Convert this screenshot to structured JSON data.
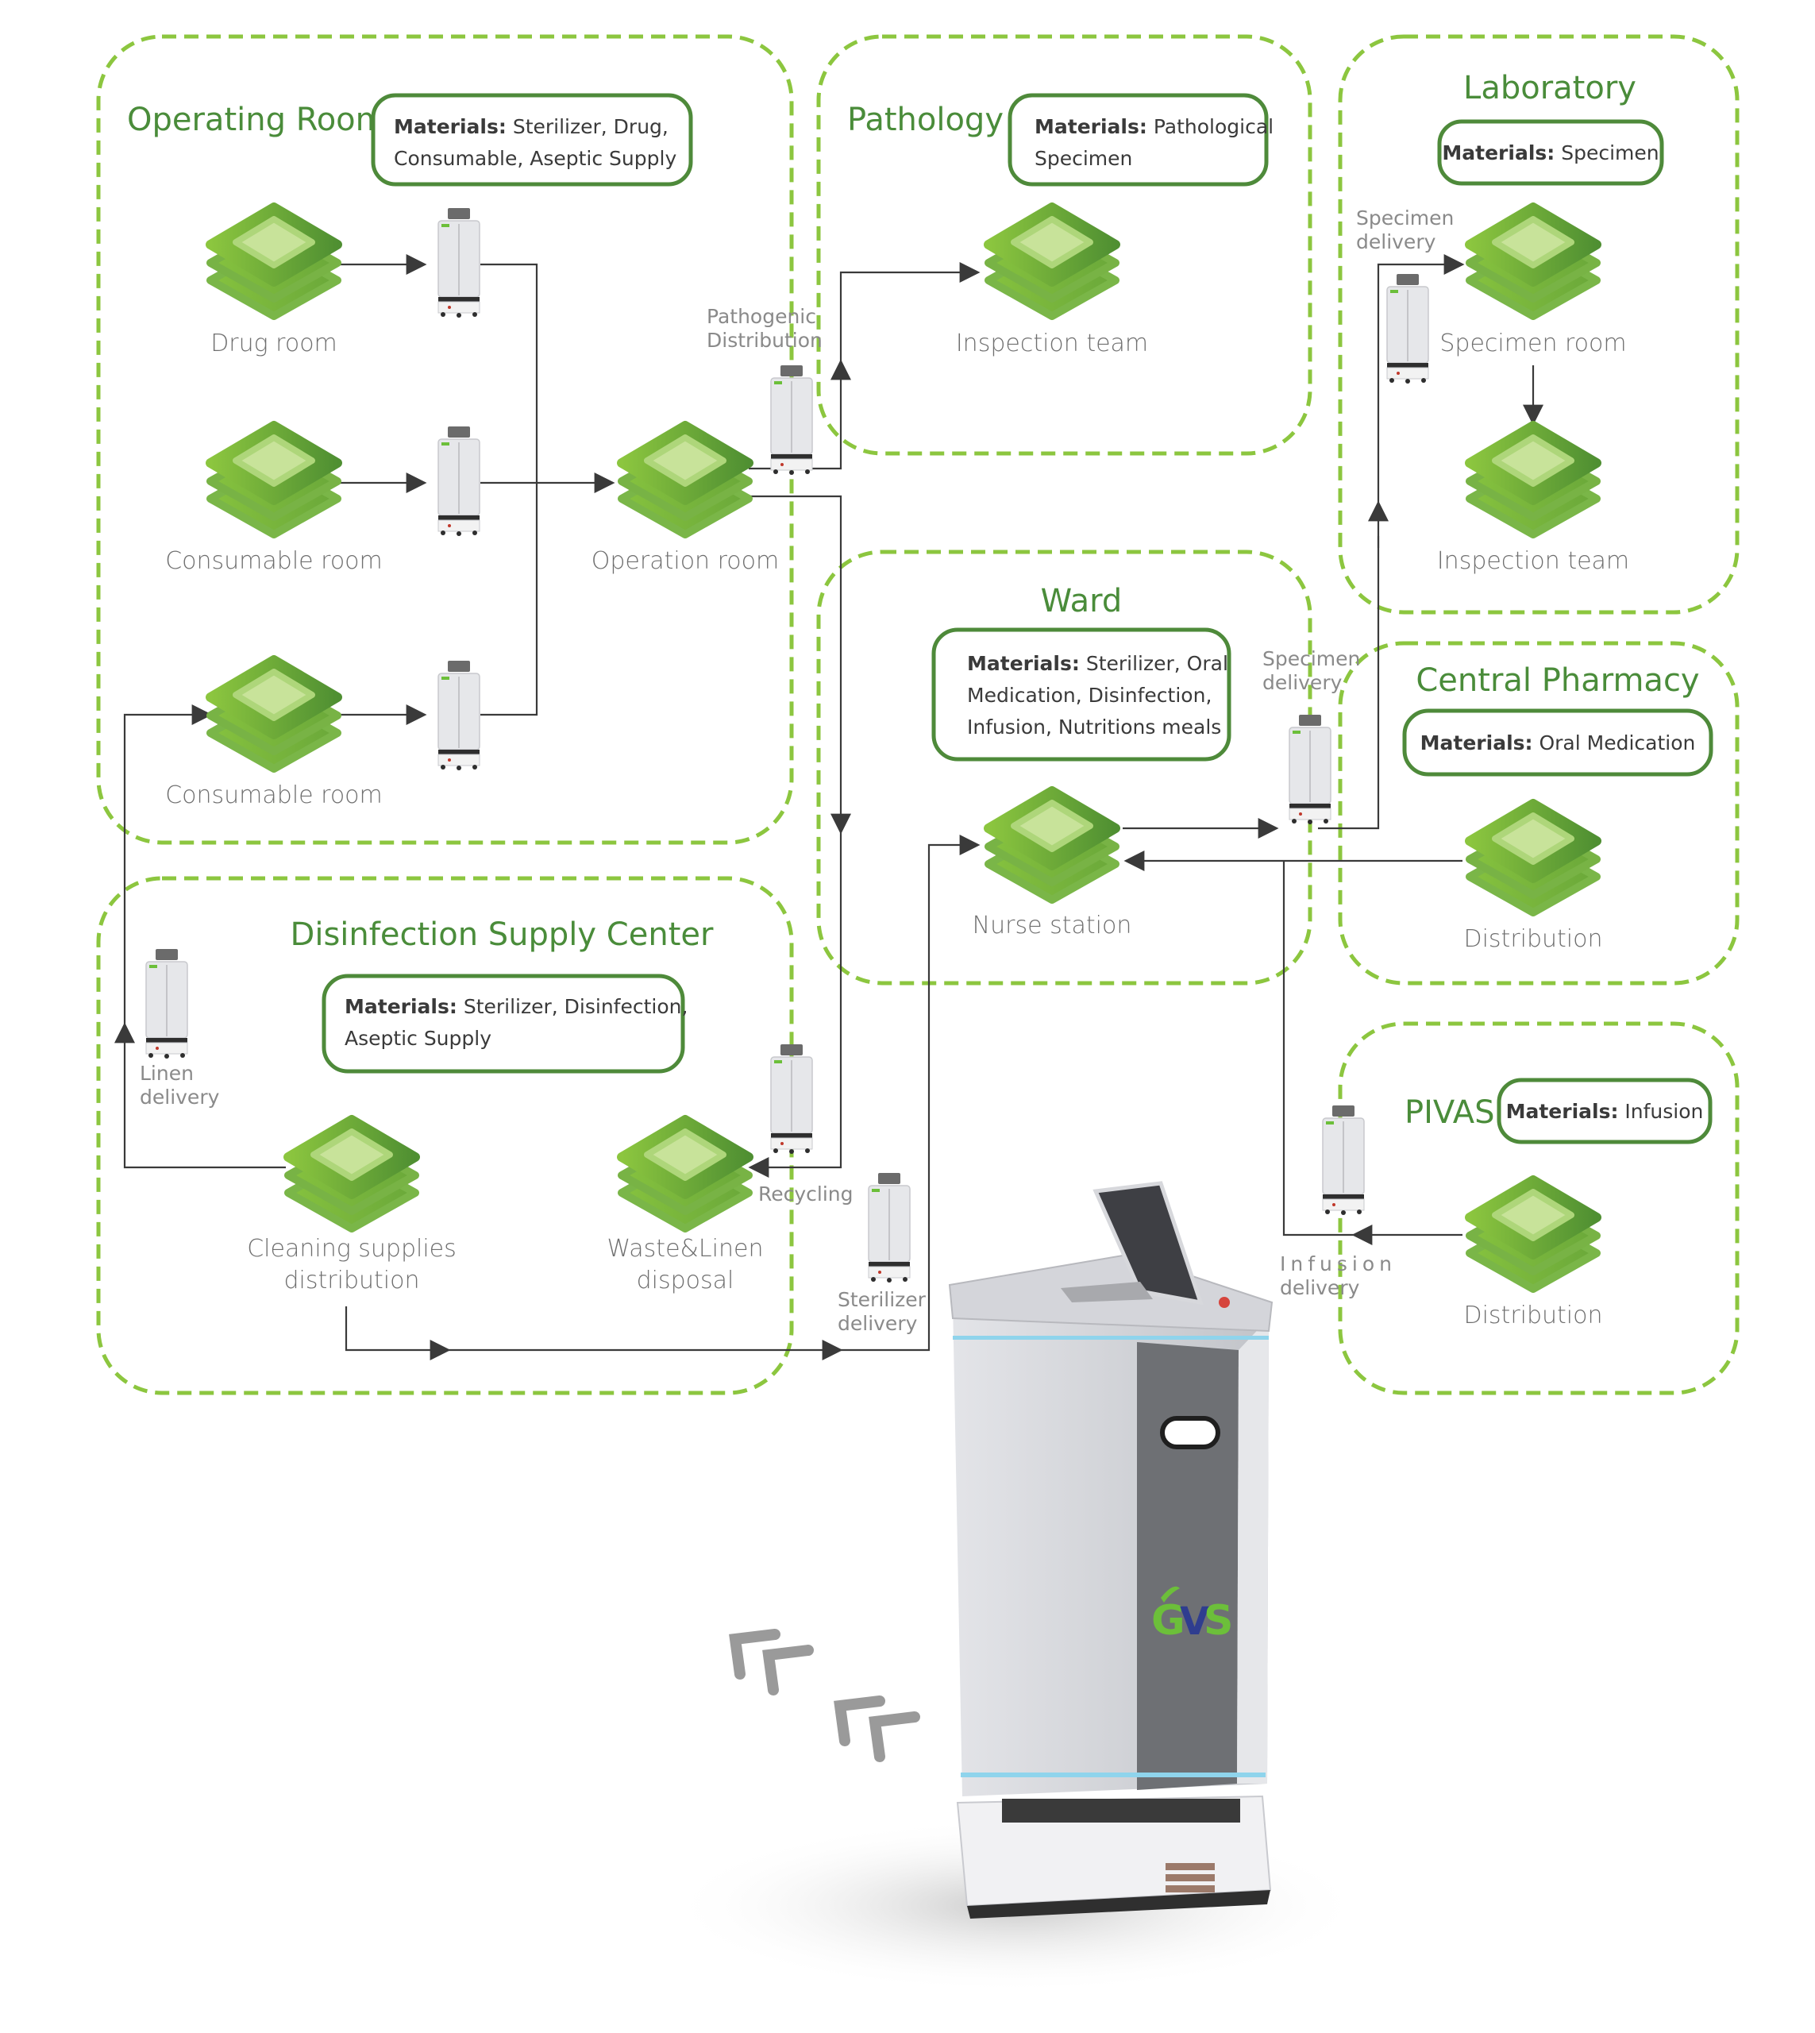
{
  "colors": {
    "zone_border": "#8cc63f",
    "zone_title": "#4a8c3a",
    "materials_border": "#4e8a3a",
    "flow_line": "#3a3a3a",
    "node_dark": "#4f8f32",
    "node_mid": "#7ab648",
    "node_light": "#c8e39a",
    "robot_body": "#d9dade",
    "robot_panel": "#6e7074",
    "logo_green": "#6cbf3a",
    "logo_blue": "#2f3d8f"
  },
  "zones": {
    "operating_room": {
      "title": "Operating Room",
      "materials_label": "Materials:",
      "materials_line1": " Sterilizer, Drug,",
      "materials_line2": "Consumable, Aseptic Supply"
    },
    "pathology": {
      "title": "Pathology",
      "materials_label": "Materials:",
      "materials_line1": " Pathological",
      "materials_line2": "Specimen"
    },
    "laboratory": {
      "title": "Laboratory",
      "materials_label": "Materials:",
      "materials_line1": " Specimen"
    },
    "ward": {
      "title": "Ward",
      "materials_label": "Materials:",
      "materials_line1": " Sterilizer, Oral",
      "materials_line2": "Medication, Disinfection,",
      "materials_line3": "Infusion, Nutritions meals"
    },
    "central_pharmacy": {
      "title": "Central Pharmacy",
      "materials_label": "Materials:",
      "materials_line1": " Oral Medication"
    },
    "disinfection": {
      "title": "Disinfection Supply Center",
      "materials_label": "Materials:",
      "materials_line1": " Sterilizer, Disinfection,",
      "materials_line2": "Aseptic Supply"
    },
    "pivas": {
      "title": "PIVAS",
      "materials_label": "Materials:",
      "materials_line1": " Infusion"
    }
  },
  "nodes": {
    "drug_room": "Drug room",
    "consumable_room_1": "Consumable room",
    "consumable_room_2": "Consumable room",
    "operation_room": "Operation room",
    "pathology_inspection": "Inspection team",
    "specimen_room": "Specimen room",
    "lab_inspection": "Inspection team",
    "nurse_station": "Nurse station",
    "pharmacy_distribution": "Distribution",
    "pivas_distribution": "Distribution",
    "cleaning_line1": "Cleaning supplies",
    "cleaning_line2": "distribution",
    "waste_line1": "Waste&Linen",
    "waste_line2": "disposal"
  },
  "flow_labels": {
    "pathogenic_line1": "Pathogenic",
    "pathogenic_line2": "Distribution",
    "specimen_lab_line1": "Specimen",
    "specimen_lab_line2": "delivery",
    "specimen_ward_line1": "Specimen",
    "specimen_ward_line2": "delivery",
    "linen_line1": "Linen",
    "linen_line2": "delivery",
    "recycling": "Recycling",
    "sterilizer_line1": "Sterilizer",
    "sterilizer_line2": "delivery",
    "infusion_line1": "Infusion",
    "infusion_line2": "delivery"
  },
  "robot": {
    "logo_g": "G",
    "logo_v": "V",
    "logo_s": "S"
  }
}
